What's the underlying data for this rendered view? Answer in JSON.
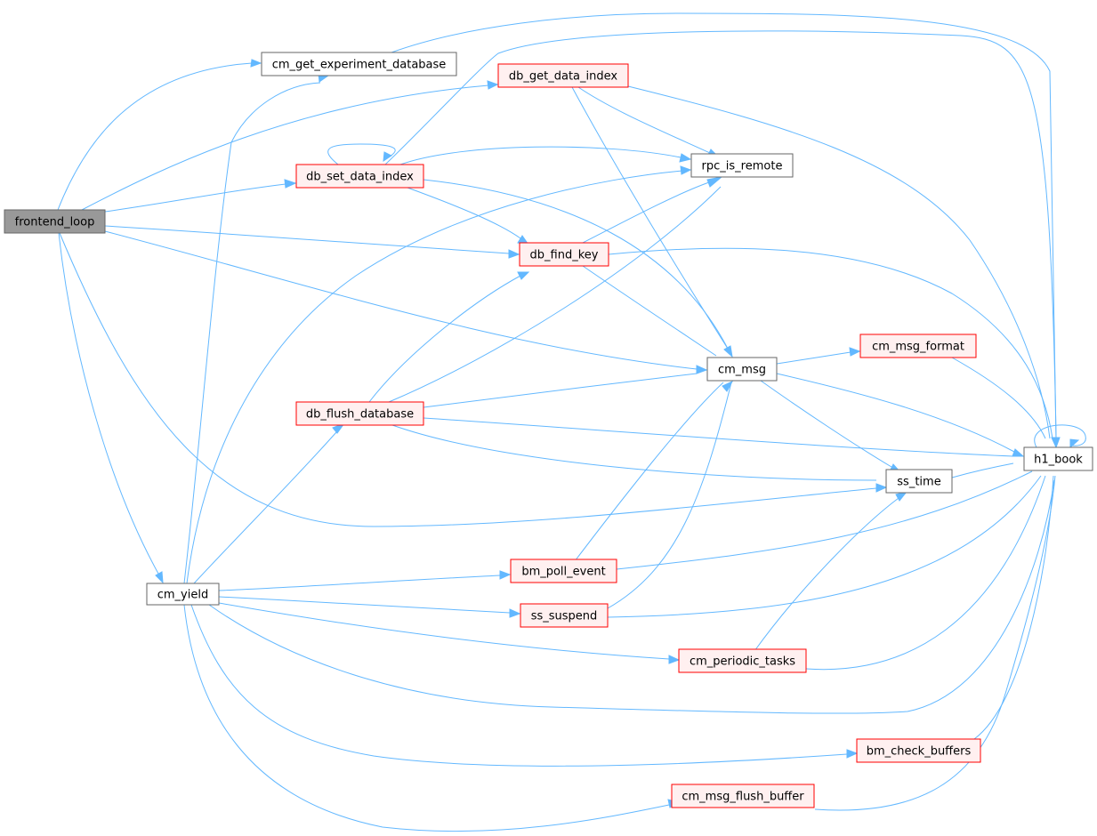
{
  "colors": {
    "edge": "#63b8ff",
    "root_fill": "#999999",
    "root_stroke": "#666666",
    "plain_fill": "#ffffff",
    "plain_stroke": "#666666",
    "ref_fill": "#fff0f0",
    "ref_stroke": "#ff0000"
  },
  "nodes": {
    "frontend_loop": "frontend_loop",
    "cm_get_experiment_database": "cm_get_experiment_database",
    "db_get_data_index": "db_get_data_index",
    "db_set_data_index": "db_set_data_index",
    "rpc_is_remote": "rpc_is_remote",
    "db_find_key": "db_find_key",
    "cm_msg_format": "cm_msg_format",
    "cm_msg": "cm_msg",
    "db_flush_database": "db_flush_database",
    "h1_book": "h1_book",
    "ss_time": "ss_time",
    "cm_yield": "cm_yield",
    "bm_poll_event": "bm_poll_event",
    "ss_suspend": "ss_suspend",
    "cm_periodic_tasks": "cm_periodic_tasks",
    "bm_check_buffers": "bm_check_buffers",
    "cm_msg_flush_buffer": "cm_msg_flush_buffer"
  },
  "node_styles": {
    "frontend_loop": "root",
    "cm_get_experiment_database": "plain",
    "db_get_data_index": "ref",
    "db_set_data_index": "ref",
    "rpc_is_remote": "plain",
    "db_find_key": "ref",
    "cm_msg_format": "ref",
    "cm_msg": "plain",
    "db_flush_database": "ref",
    "h1_book": "plain",
    "ss_time": "plain",
    "cm_yield": "plain",
    "bm_poll_event": "ref",
    "ss_suspend": "ref",
    "cm_periodic_tasks": "ref",
    "bm_check_buffers": "ref",
    "cm_msg_flush_buffer": "ref"
  },
  "edges": [
    [
      "frontend_loop",
      "cm_get_experiment_database"
    ],
    [
      "frontend_loop",
      "db_get_data_index"
    ],
    [
      "frontend_loop",
      "db_set_data_index"
    ],
    [
      "frontend_loop",
      "db_find_key"
    ],
    [
      "frontend_loop",
      "cm_msg"
    ],
    [
      "frontend_loop",
      "ss_time"
    ],
    [
      "frontend_loop",
      "cm_yield"
    ],
    [
      "cm_get_experiment_database",
      "h1_book"
    ],
    [
      "db_get_data_index",
      "rpc_is_remote"
    ],
    [
      "db_get_data_index",
      "cm_msg"
    ],
    [
      "db_get_data_index",
      "h1_book"
    ],
    [
      "db_set_data_index",
      "db_set_data_index"
    ],
    [
      "db_set_data_index",
      "rpc_is_remote"
    ],
    [
      "db_set_data_index",
      "db_find_key"
    ],
    [
      "db_set_data_index",
      "cm_msg"
    ],
    [
      "db_set_data_index",
      "h1_book"
    ],
    [
      "db_find_key",
      "rpc_is_remote"
    ],
    [
      "db_find_key",
      "cm_msg"
    ],
    [
      "db_find_key",
      "h1_book"
    ],
    [
      "cm_msg",
      "cm_msg_format"
    ],
    [
      "cm_msg",
      "h1_book"
    ],
    [
      "cm_msg",
      "ss_time"
    ],
    [
      "cm_msg_format",
      "h1_book"
    ],
    [
      "db_flush_database",
      "db_find_key"
    ],
    [
      "db_flush_database",
      "rpc_is_remote"
    ],
    [
      "db_flush_database",
      "cm_msg"
    ],
    [
      "db_flush_database",
      "h1_book"
    ],
    [
      "db_flush_database",
      "ss_time"
    ],
    [
      "ss_time",
      "h1_book"
    ],
    [
      "h1_book",
      "h1_book"
    ],
    [
      "cm_yield",
      "cm_get_experiment_database"
    ],
    [
      "cm_yield",
      "rpc_is_remote"
    ],
    [
      "cm_yield",
      "db_flush_database"
    ],
    [
      "cm_yield",
      "bm_poll_event"
    ],
    [
      "cm_yield",
      "ss_suspend"
    ],
    [
      "cm_yield",
      "cm_periodic_tasks"
    ],
    [
      "cm_yield",
      "h1_book"
    ],
    [
      "cm_yield",
      "bm_check_buffers"
    ],
    [
      "cm_yield",
      "cm_msg_flush_buffer"
    ],
    [
      "bm_poll_event",
      "cm_msg"
    ],
    [
      "bm_poll_event",
      "h1_book"
    ],
    [
      "ss_suspend",
      "cm_msg"
    ],
    [
      "ss_suspend",
      "h1_book"
    ],
    [
      "cm_periodic_tasks",
      "ss_time"
    ],
    [
      "cm_periodic_tasks",
      "h1_book"
    ],
    [
      "bm_check_buffers",
      "h1_book"
    ],
    [
      "cm_msg_flush_buffer",
      "h1_book"
    ]
  ]
}
